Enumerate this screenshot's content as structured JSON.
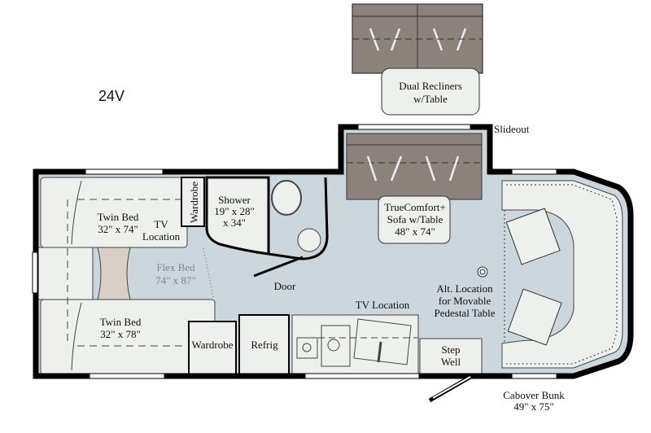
{
  "model": "24V",
  "colors": {
    "wall": "#000000",
    "floor": "#cbd6dd",
    "furniture": "#eef0ee",
    "upholstery": "#8d817c",
    "flex_bed_cushion": "#d9cfc7"
  },
  "labels": {
    "dual_recliners": [
      "Dual Recliners",
      "w/Table"
    ],
    "slideout": "Slideout",
    "twin_bed_top": [
      "Twin Bed",
      "32\" x 74\""
    ],
    "tv_location_bedroom": [
      "TV",
      "Location"
    ],
    "wardrobe_top": "Wardrobe",
    "shower": [
      "Shower",
      "19\" x 28\"",
      "x 34\""
    ],
    "flex_bed": [
      "Flex Bed",
      "74\" x 87\""
    ],
    "door": "Door",
    "twin_bed_bottom": [
      "Twin Bed",
      "32\" x 78\""
    ],
    "wardrobe_bottom": "Wardrobe",
    "refrig": "Refrig",
    "tv_location_kitchen": "TV Location",
    "sofa": [
      "TrueComfort+",
      "Sofa w/Table",
      "48\" x 74\""
    ],
    "pedestal_table": [
      "Alt. Location",
      "for Movable",
      "Pedestal Table"
    ],
    "step_well": [
      "Step",
      "Well"
    ],
    "cabover_bunk": [
      "Cabover Bunk",
      "49\" x 75\""
    ]
  }
}
